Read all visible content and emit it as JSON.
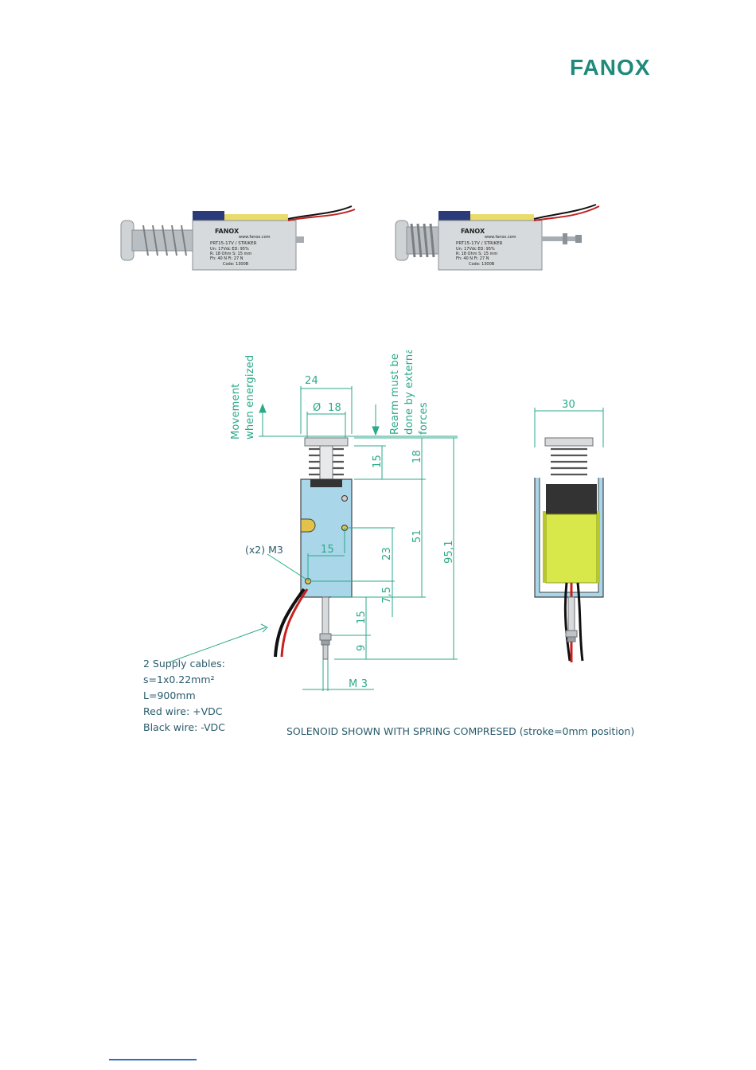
{
  "header": {
    "logo_text": "FANOX"
  },
  "photos": {
    "label_brand": "FANOX",
    "label_url": "www.fanox.com",
    "label_model": "PRT15-17V / STRIKER",
    "label_line1": "Un: 17Vdc    ED: 95%",
    "label_line2": "R: 18 Ohm    S: 15 mm",
    "label_line3": "Fh: 40 N      Fi: 27 N",
    "label_line4": "Code: 1300B"
  },
  "drawing": {
    "movement_label_1": "Movement",
    "movement_label_2": "when energized",
    "rearm_label_1": "Rearm must be",
    "rearm_label_2": "done by external",
    "rearm_label_3": "forces",
    "dim_24": "24",
    "dim_phi": "Ø",
    "dim_18_top": "18",
    "dim_15_spring": "15",
    "dim_18_side": "18",
    "dim_51": "51",
    "dim_95": "95,1",
    "dim_23": "23",
    "dim_7_5": "7,5",
    "dim_15_h": "15",
    "dim_15_rod": "15",
    "dim_9": "9",
    "dim_m3": "M 3",
    "dim_30": "30",
    "holes_label": "(x2) M3",
    "cables_1": "2 Supply cables:",
    "cables_2": "s=1x0.22mm²",
    "cables_3": "L=900mm",
    "cables_4": "Red wire: +VDC",
    "cables_5": "Black wire: -VDC",
    "caption": "SOLENOID SHOWN WITH SPRING COMPRESED (stroke=0mm position)"
  },
  "colors": {
    "brand": "#1f8a7a",
    "cad": "#2ba98a",
    "body_fill": "#a9d6e8",
    "coil_fill": "#d8e84a"
  }
}
